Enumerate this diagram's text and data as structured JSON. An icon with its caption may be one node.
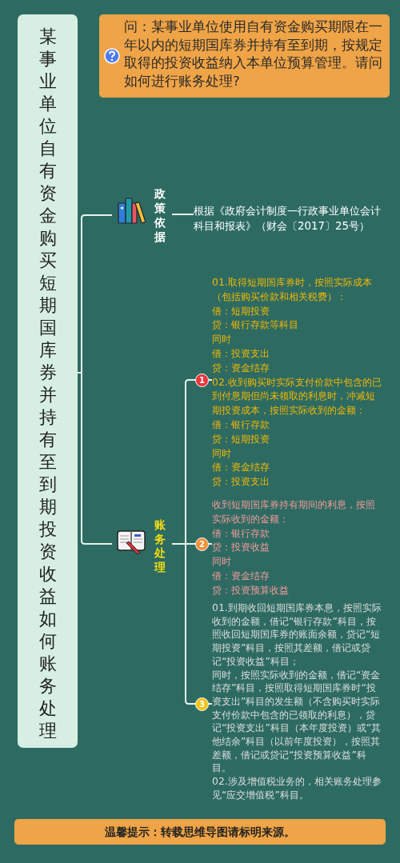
{
  "diagram": {
    "nodes": [
      {
        "text": [
          "某事业单位自有资金购买短期国库券并持有至到期投资收益如何账务处理"
        ]
      },
      {
        "text": [
          "问：某事业单位使用自有资金购买期限在一年以内的短期国库券并持有至到期，按规定取得的投资收益纳入本单位预算管理。请问如何进行账务处理?"
        ]
      },
      {
        "text": [
          "政策依据"
        ]
      },
      {
        "text": [
          "根据《政府会计制度—行政事业单位会计科目和报表》（财会〔2017〕25号）"
        ]
      },
      {
        "text": [
          "账务处理"
        ]
      },
      {
        "text": [
          "01.取得短期国库券时，按照实际成本（包括购买价款和相关税费）：",
          "借：短期投资",
          "贷：银行存款等科目",
          "同时",
          "借：投资支出",
          "贷：资金结存",
          "02.收到购买时实际支付价款中包含的已到付息期但尚未领取的利息时，冲减短期投资成本，按照实际收到的金额：",
          "借：银行存款",
          "贷：短期投资",
          "同时",
          "借：资金结存",
          "贷：投资支出"
        ],
        "beside": [
          "1"
        ]
      },
      {
        "text": [
          "收到短期国库券持有期间的利息，按照实际收到的金额：",
          "借：银行存款",
          "贷：投资收益",
          "同时",
          "借：资金结存",
          "贷：投资预算收益"
        ],
        "beside": [
          "2"
        ]
      },
      {
        "text": [
          "01.到期收回短期国库券本息，按照实际收到的金额，借记“银行存款”科目，按照收回短期国库券的账面余额，贷记“短期投资”科目，按照其差额，借记或贷记“投资收益”科目；",
          "同时，按照实际收到的金额，借记“资金结存”科目，按照取得短期国库券时“投资支出”科目的发生额（不含购买时实际支付价款中包含的已领取的利息），贷记“投资支出”科目（本年度投资）或“其他结余”科目（以前年度投资），按照其差额，借记或贷记“投资预算收益”科目。",
          "02.涉及增值税业务的，相关账务处理参见“应交增值税”科目。"
        ],
        "beside": [
          "3"
        ]
      },
      {
        "text": [
          "温馨提示：转载思维导图请标明来源。"
        ]
      }
    ],
    "edges": [
      {
        "from": 0,
        "to": 2,
        "arrow": "none"
      },
      {
        "from": 0,
        "to": 4,
        "arrow": "none"
      },
      {
        "from": 2,
        "to": 3,
        "arrow": "none"
      },
      {
        "from": 4,
        "to": 5,
        "arrow": "none"
      },
      {
        "from": 4,
        "to": 6,
        "arrow": "none"
      },
      {
        "from": 4,
        "to": 7,
        "arrow": "none"
      }
    ]
  }
}
